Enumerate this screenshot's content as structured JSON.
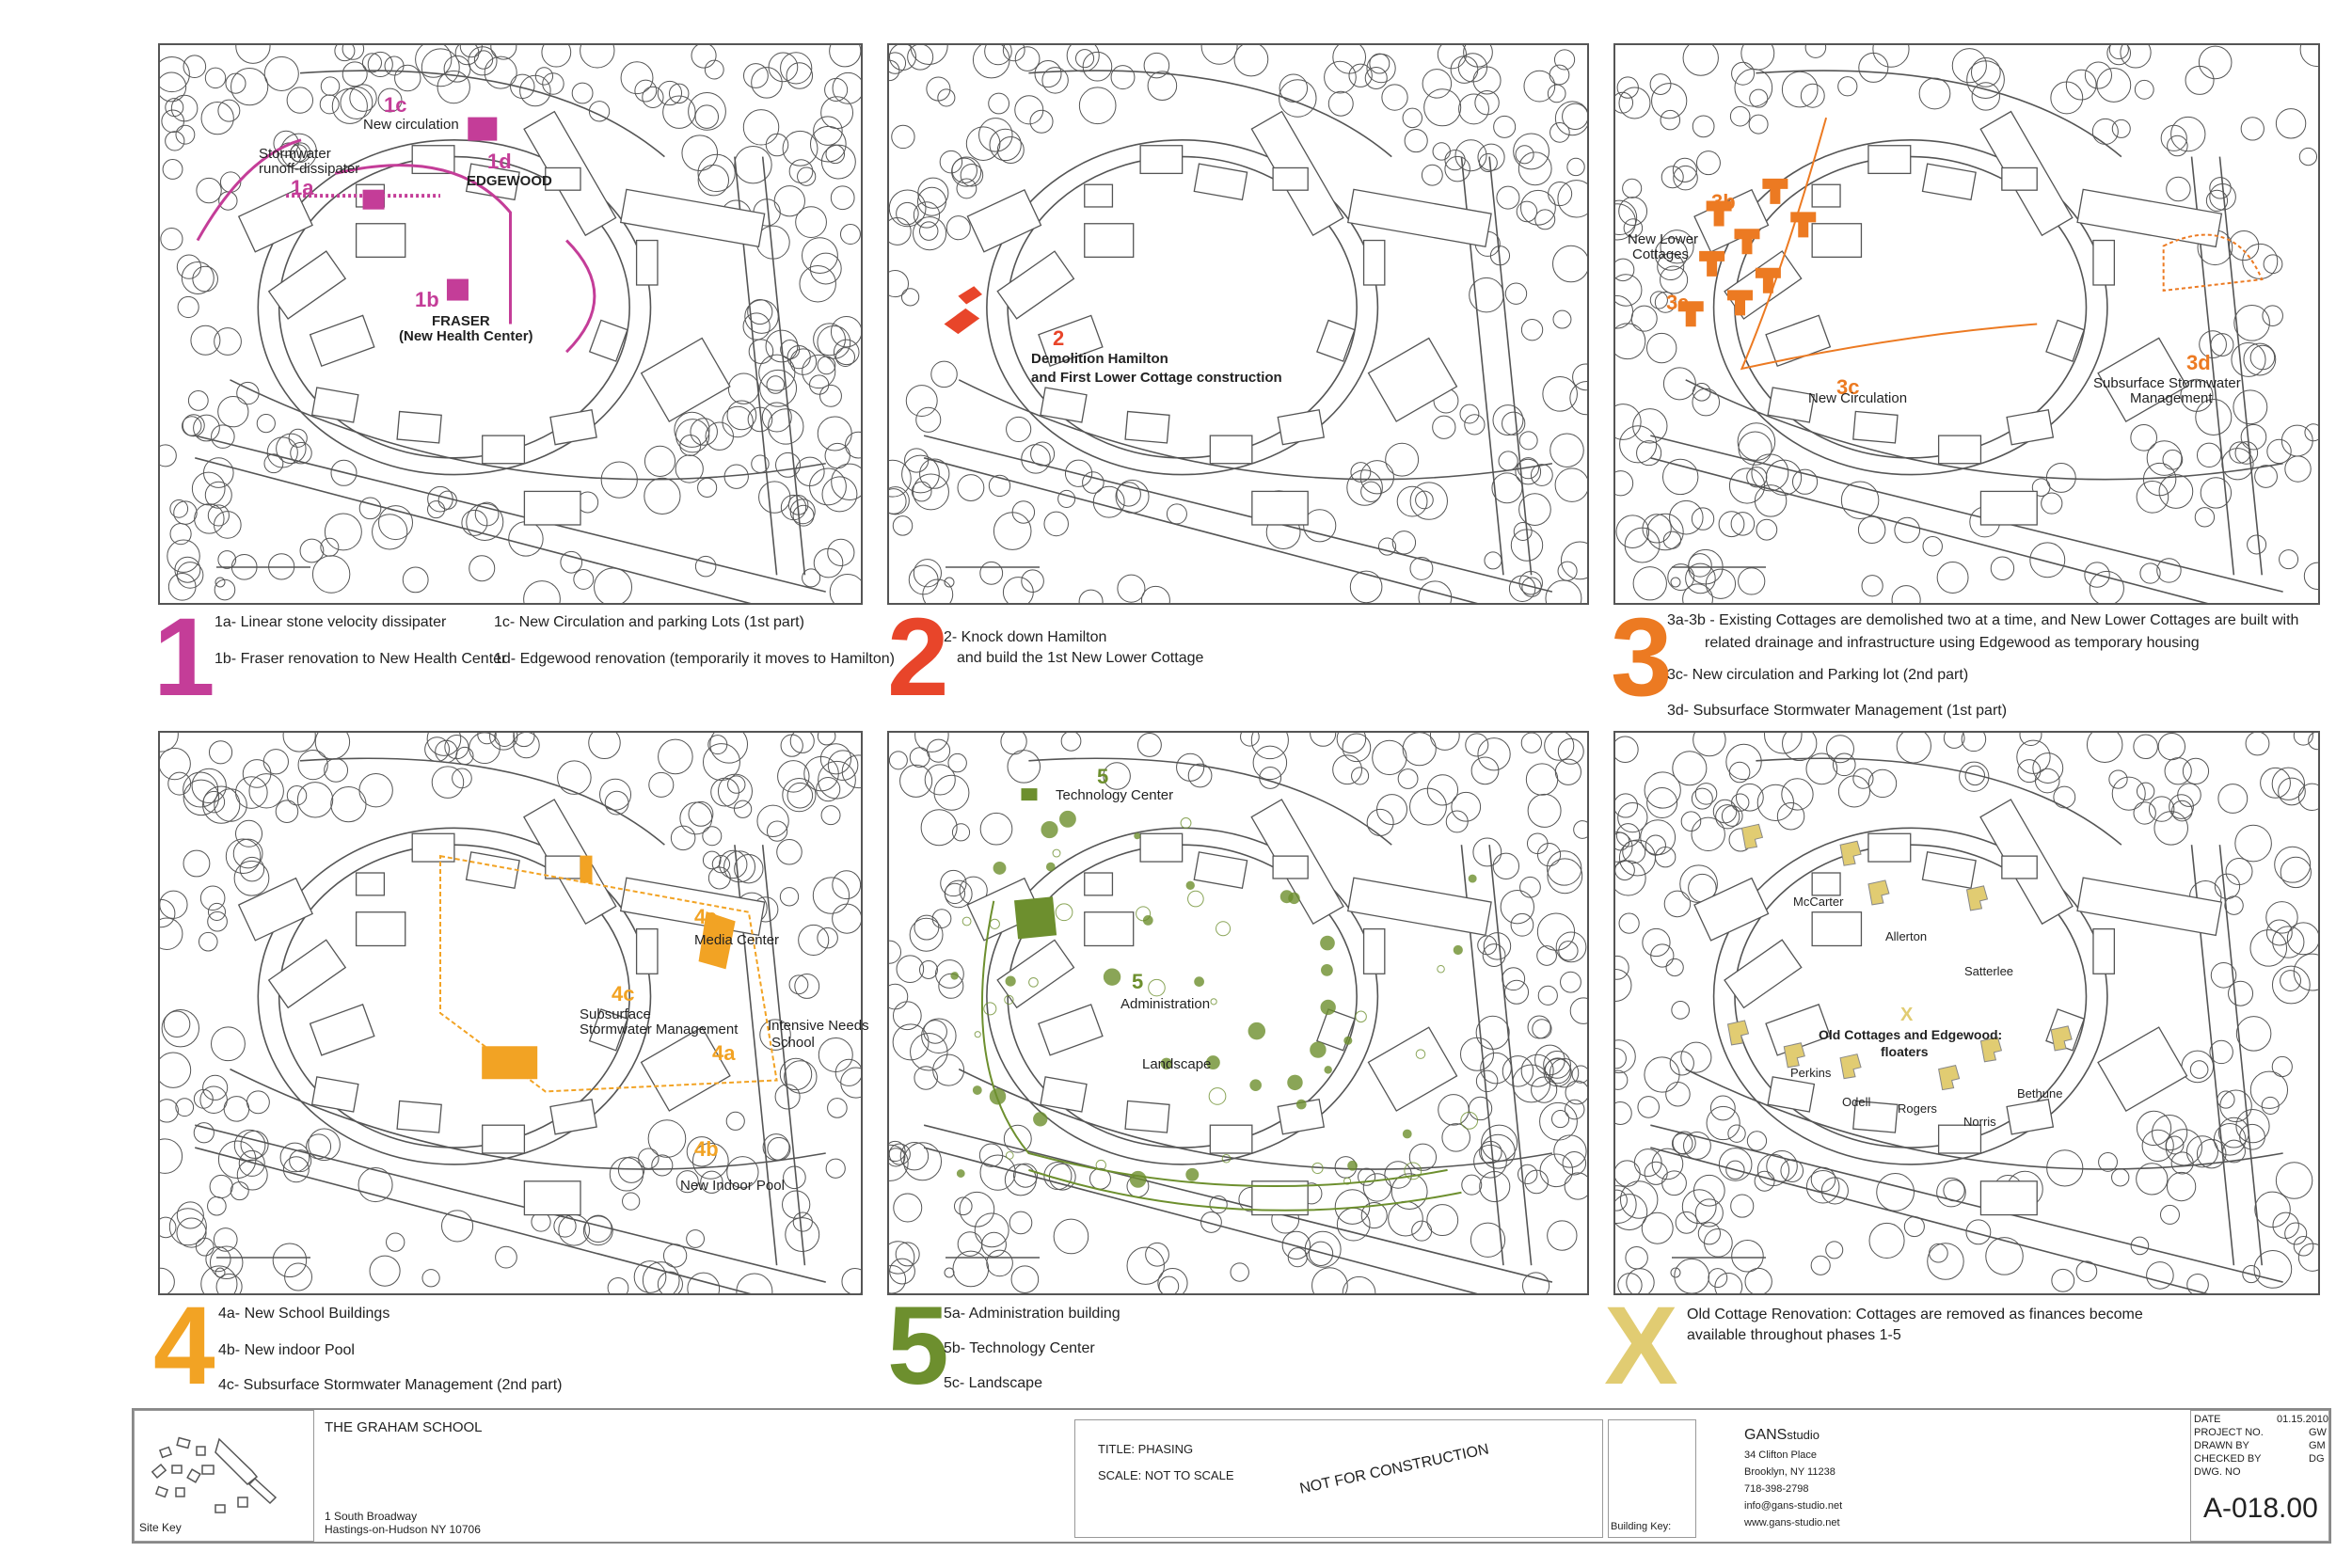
{
  "colors": {
    "phase1": "#c43d98",
    "phase2": "#e8452a",
    "phase3": "#ec7a22",
    "phase4": "#f2a324",
    "phase5": "#6d8f2e",
    "phaseX": "#e1cc72",
    "linework": "#555555"
  },
  "panels": [
    {
      "id": "1",
      "number": "1",
      "labels": [
        "1c",
        "New circulation",
        "1d",
        "EDGEWOOD",
        "Stormwater",
        "runoff-dissipater",
        "1a",
        "1b",
        "FRASER",
        "(New Health Center)"
      ],
      "legend": {
        "col1": [
          "1a- Linear stone velocity dissipater",
          "1b- Fraser renovation to New Health Center"
        ],
        "col2": [
          "1c- New Circulation and parking Lots (1st part)",
          "1d- Edgewood renovation (temporarily it moves to Hamilton)"
        ]
      }
    },
    {
      "id": "2",
      "number": "2",
      "labels": [
        "2",
        "Demolition Hamilton",
        "and First Lower Cottage construction"
      ],
      "legend": {
        "lines": [
          "2- Knock down Hamilton",
          "and build the 1st New Lower Cottage"
        ]
      }
    },
    {
      "id": "3",
      "number": "3",
      "labels": [
        "3b",
        "New Lower",
        "Cottages",
        "3a",
        "3c",
        "New Circulation",
        "3d",
        "Subsurface Stormwater",
        "Management"
      ],
      "legend": {
        "lines": [
          "3a-3b - Existing Cottages are demolished two at a time, and New Lower Cottages are built with",
          "related drainage and infrastructure using Edgewood as temporary housing",
          "3c- New circulation and Parking lot (2nd part)",
          "3d- Subsurface Stormwater Management (1st part)"
        ]
      }
    },
    {
      "id": "4",
      "number": "4",
      "labels": [
        "4a",
        "Media Center",
        "4c",
        "Subsurface",
        "Stormwater Management",
        "4a",
        "Intensive Needs",
        "School",
        "4b",
        "New Indoor Pool"
      ],
      "legend": {
        "lines": [
          "4a- New School Buildings",
          "4b- New indoor Pool",
          "4c- Subsurface Stormwater Management (2nd part)"
        ]
      }
    },
    {
      "id": "5",
      "number": "5",
      "labels": [
        "5",
        "Technology Center",
        "5",
        "Administration",
        "Landscape"
      ],
      "legend": {
        "lines": [
          "5a- Administration building",
          "5b- Technology Center",
          "5c- Landscape"
        ]
      }
    },
    {
      "id": "X",
      "number": "X",
      "labels": [
        "McCarter",
        "Allerton",
        "Satterlee",
        "X",
        "Old Cottages and Edgewood:",
        "floaters",
        "Perkins",
        "Odell",
        "Rogers",
        "Norris",
        "Bethune"
      ],
      "legend": {
        "lines": [
          "Old Cottage Renovation:  Cottages are removed as finances become",
          "available throughout phases 1-5"
        ]
      }
    }
  ],
  "titleblock": {
    "site_key_label": "Site Key",
    "school_name": "THE GRAHAM SCHOOL",
    "address1": "1 South Broadway",
    "address2": "Hastings-on-Hudson NY  10706",
    "title_label": "TITLE:  PHASING",
    "scale_label": "SCALE:  NOT TO SCALE",
    "not_for_construction": "NOT FOR CONSTRUCTION",
    "building_key_label": "Building Key:",
    "firm_name": "GANS",
    "firm_suffix": "studio",
    "firm_lines": [
      "34 Clifton Place",
      "Brooklyn, NY 11238",
      "718-398-2798",
      "info@gans-studio.net",
      "www.gans-studio.net"
    ],
    "meta": [
      {
        "label": "DATE",
        "value": "01.15.2010"
      },
      {
        "label": "PROJECT NO.",
        "value": "GW"
      },
      {
        "label": "DRAWN BY",
        "value": "GM"
      },
      {
        "label": "CHECKED BY",
        "value": "DG"
      },
      {
        "label": "DWG. NO",
        "value": ""
      }
    ],
    "dwg_no": "A-018.00"
  }
}
